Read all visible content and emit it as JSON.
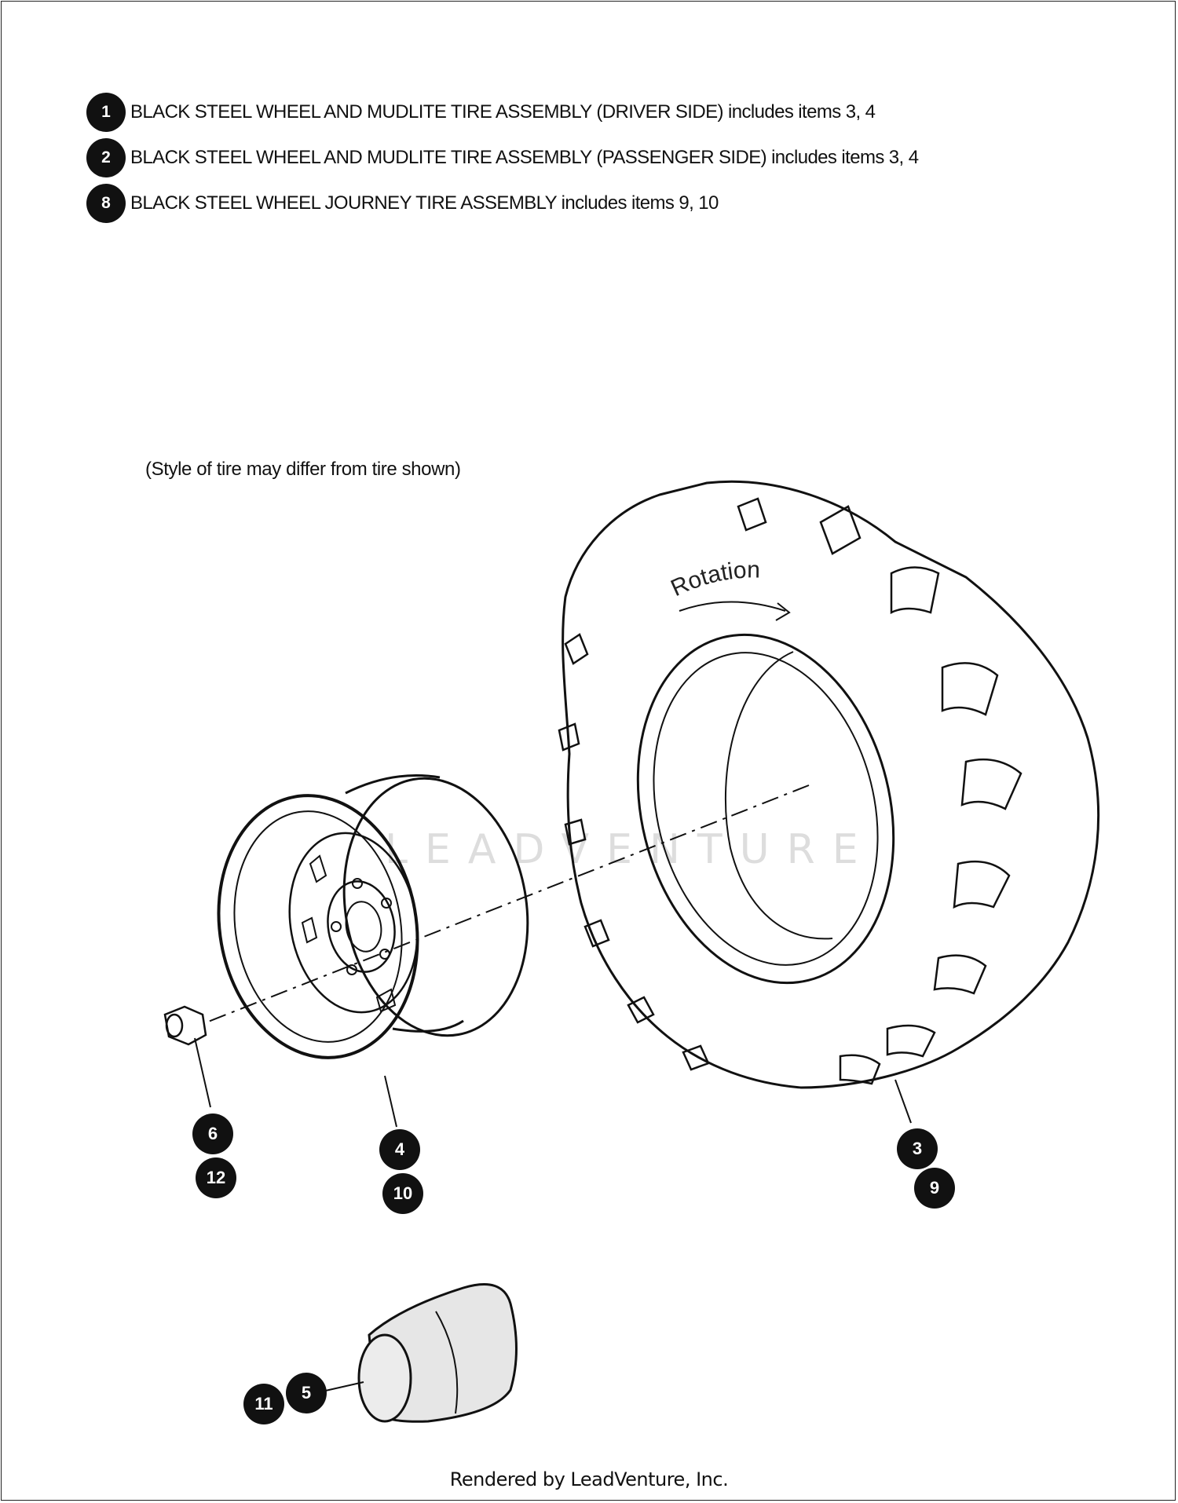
{
  "legend": [
    {
      "num": "1",
      "text": "BLACK STEEL WHEEL AND MUDLITE TIRE ASSEMBLY (DRIVER SIDE) includes items 3, 4"
    },
    {
      "num": "2",
      "text": "BLACK STEEL WHEEL AND MUDLITE TIRE ASSEMBLY (PASSENGER SIDE) includes items 3, 4"
    },
    {
      "num": "8",
      "text": "BLACK STEEL WHEEL JOURNEY TIRE ASSEMBLY includes items 9, 10"
    }
  ],
  "note": "(Style of tire may differ from tire shown)",
  "tire_label": "Rotation",
  "callouts": {
    "c6": "6",
    "c12": "12",
    "c4": "4",
    "c10": "10",
    "c3": "3",
    "c9": "9",
    "c5": "5",
    "c11": "11"
  },
  "watermark": "LEADVENTURE",
  "footer": "Rendered by LeadVenture, Inc."
}
